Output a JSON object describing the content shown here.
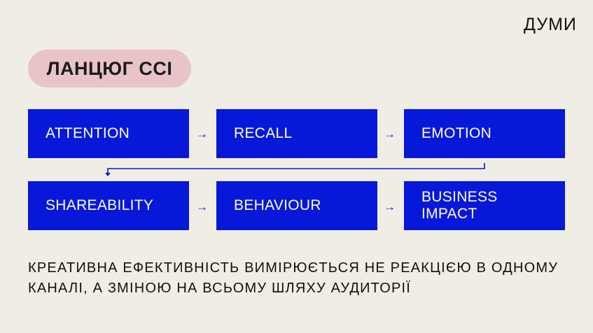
{
  "brand": {
    "logo_text": "ДУМИ"
  },
  "title": {
    "text": "ЛАНЦЮГ ССІ"
  },
  "chain": {
    "steps": [
      {
        "label": "ATTENTION"
      },
      {
        "label": "RECALL"
      },
      {
        "label": "EMOTION"
      },
      {
        "label": "SHAREABILITY"
      },
      {
        "label": "BEHAVIOUR"
      },
      {
        "label": "BUSINESS\nIMPACT"
      }
    ],
    "arrow_glyph": "→"
  },
  "caption": {
    "text": "КРЕАТИВНА ЕФЕКТИВНІСТЬ ВИМІРЮЄТЬСЯ НЕ РЕАКЦІЄЮ В ОДНОМУ КАНАЛІ, А ЗМІНОЮ НА ВСЬОМУ ШЛЯХУ АУДИТОРІЇ"
  },
  "colors": {
    "background": "#f0ede4",
    "box": "#0818d8",
    "pill": "#e8c3c8",
    "text": "#111111"
  }
}
